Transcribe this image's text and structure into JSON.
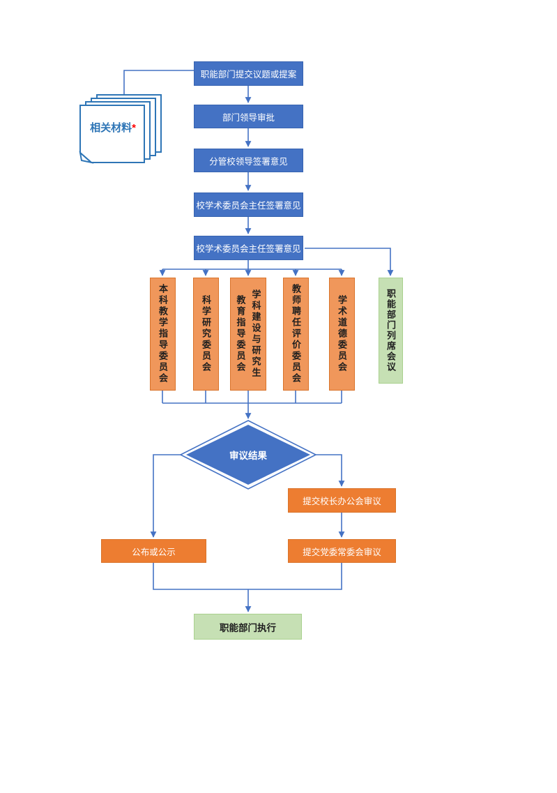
{
  "colors": {
    "process_blue": "#4472C4",
    "connector_blue": "#4472C4",
    "doc_outline_blue": "#2E75B6",
    "committee_orange": "#F0975B",
    "action_orange": "#ED7D31",
    "result_green": "#C6E0B4",
    "asterisk_red": "#FF0000"
  },
  "materials": {
    "label": "相关材料",
    "asterisk": "*"
  },
  "flow": {
    "start": "职能部门提交议题或提案",
    "steps": [
      "部门领导审批",
      "分管校领导签署意见",
      "校学术委员会主任签署意见",
      "校学术委员会主任签署意见"
    ],
    "committees": [
      {
        "label": "本科教学指导委员会"
      },
      {
        "label": "科学研究委员会"
      },
      {
        "label": "学科建设与研究生教育指导委员会",
        "col_right": "学科建设与研究生",
        "col_left": "教育指导委员会"
      },
      {
        "label": "教师聘任评价委员会"
      },
      {
        "label": "学术道德委员会"
      }
    ],
    "observer": "职能部门列席会议",
    "decision": "审议结果",
    "publish": "公布或公示",
    "president_review": "提交校长办公会审议",
    "party_review": "提交党委常委会审议",
    "end": "职能部门执行"
  }
}
